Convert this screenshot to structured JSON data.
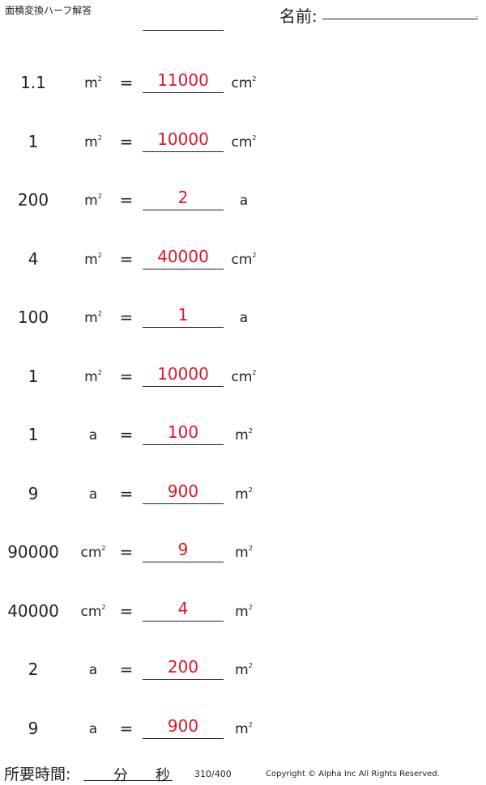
{
  "header": {
    "title": "面積変換ハーフ解答",
    "name_label": "名前:",
    "name_line_end": "."
  },
  "rows": [
    {
      "num": "1.1",
      "unit_from": "m",
      "from_sq": "2",
      "answer": "11000",
      "unit_to": "cm",
      "to_sq": "2"
    },
    {
      "num": "1",
      "unit_from": "m",
      "from_sq": "2",
      "answer": "10000",
      "unit_to": "cm",
      "to_sq": "2"
    },
    {
      "num": "200",
      "unit_from": "m",
      "from_sq": "2",
      "answer": "2",
      "unit_to": "a",
      "to_sq": ""
    },
    {
      "num": "4",
      "unit_from": "m",
      "from_sq": "2",
      "answer": "40000",
      "unit_to": "cm",
      "to_sq": "2"
    },
    {
      "num": "100",
      "unit_from": "m",
      "from_sq": "2",
      "answer": "1",
      "unit_to": "a",
      "to_sq": ""
    },
    {
      "num": "1",
      "unit_from": "m",
      "from_sq": "2",
      "answer": "10000",
      "unit_to": "cm",
      "to_sq": "2"
    },
    {
      "num": "1",
      "unit_from": "a",
      "from_sq": "",
      "answer": "100",
      "unit_to": "m",
      "to_sq": "2"
    },
    {
      "num": "9",
      "unit_from": "a",
      "from_sq": "",
      "answer": "900",
      "unit_to": "m",
      "to_sq": "2"
    },
    {
      "num": "90000",
      "unit_from": "cm",
      "from_sq": "2",
      "answer": "9",
      "unit_to": "m",
      "to_sq": "2"
    },
    {
      "num": "40000",
      "unit_from": "cm",
      "from_sq": "2",
      "answer": "4",
      "unit_to": "m",
      "to_sq": "2"
    },
    {
      "num": "2",
      "unit_from": "a",
      "from_sq": "",
      "answer": "200",
      "unit_to": "m",
      "to_sq": "2"
    },
    {
      "num": "9",
      "unit_from": "a",
      "from_sq": "",
      "answer": "900",
      "unit_to": "m",
      "to_sq": "2"
    }
  ],
  "equals_sign": "=",
  "footer": {
    "time_label": "所要時間:",
    "minutes_label": "分",
    "seconds_label": "秒",
    "page": "310/400",
    "copyright": "Copyright © Alpha Inc All Rights Reserved."
  },
  "colors": {
    "answer": "#e0142c",
    "text": "#222222"
  }
}
